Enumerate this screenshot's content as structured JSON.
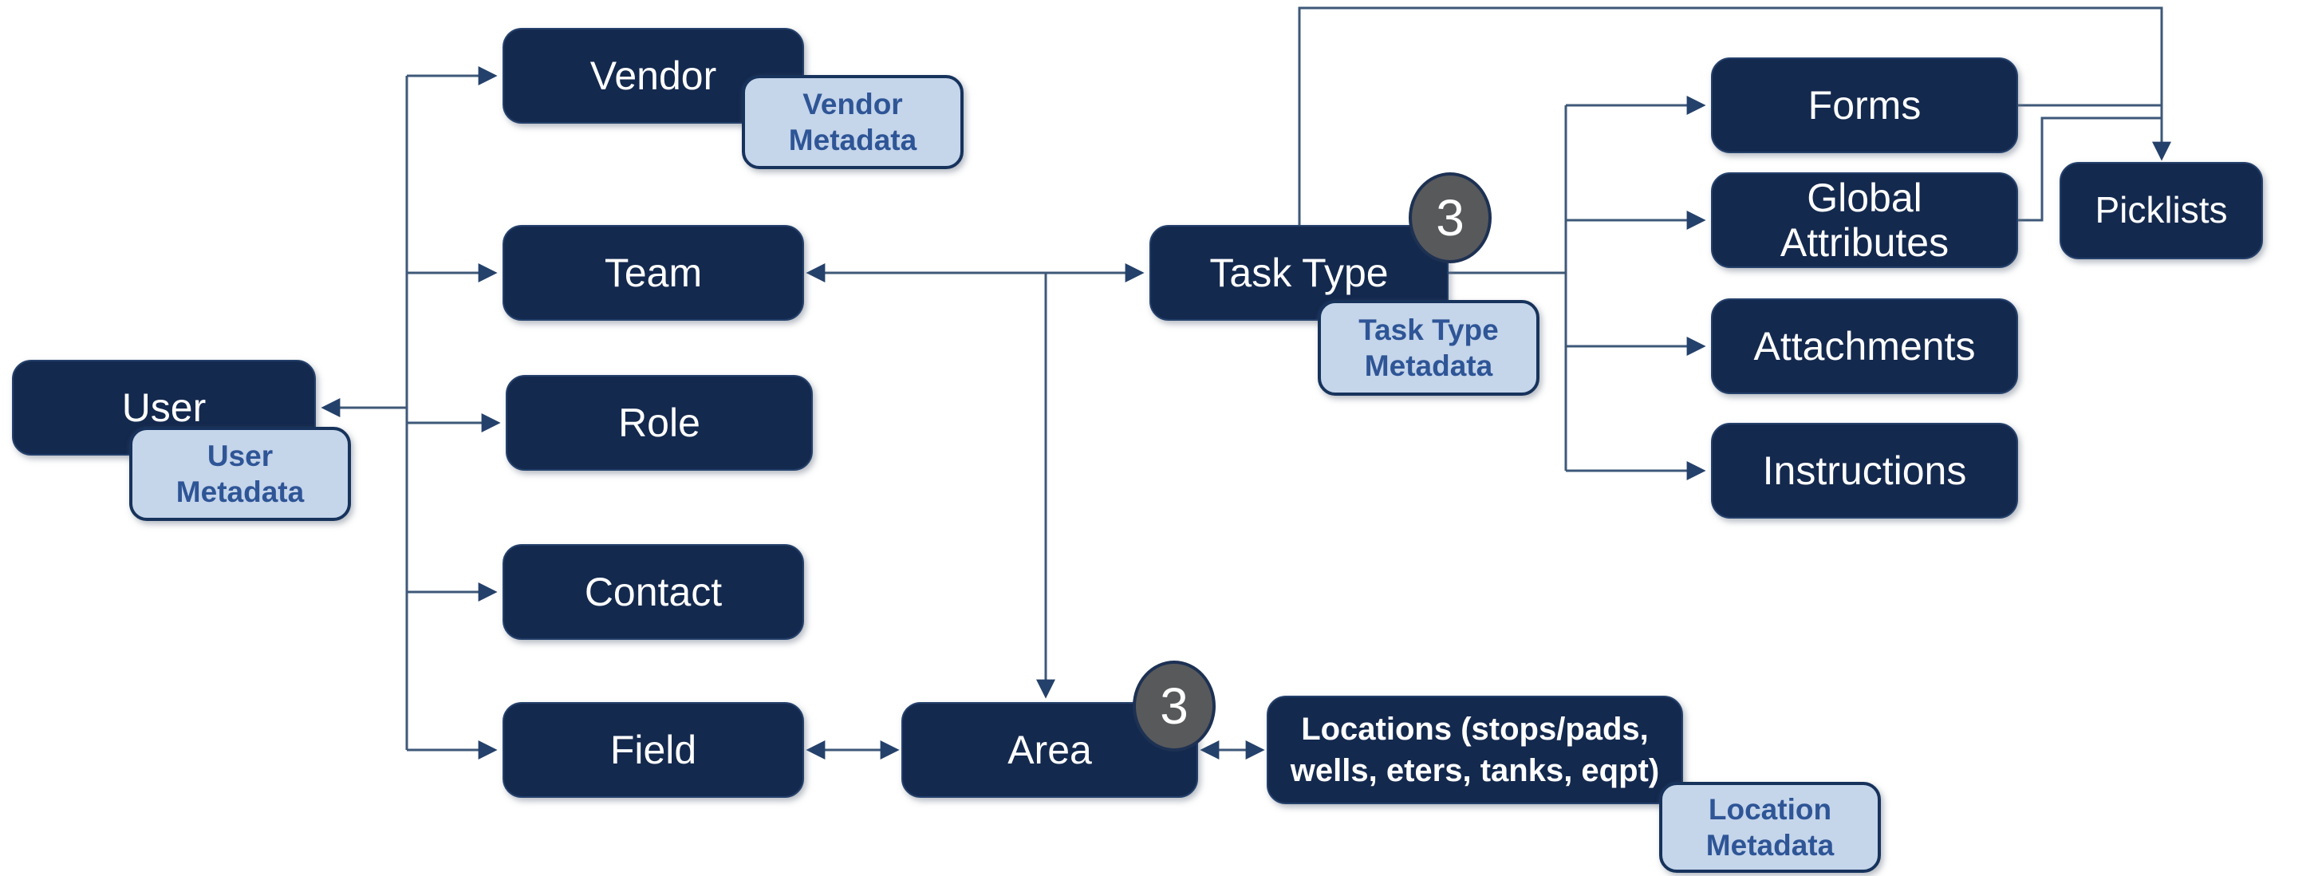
{
  "colors": {
    "background": "#ffffff",
    "node_fill": "#14294e",
    "node_border": "#24406b",
    "node_text": "#ffffff",
    "metadata_fill": "#c5d5ea",
    "metadata_border": "#17335c",
    "metadata_text": "#2e5596",
    "badge_fill": "#58595b",
    "badge_border": "#1d3153",
    "badge_text": "#ffffff",
    "connector": "#3e5878",
    "arrowhead": "#24416b"
  },
  "nodes": {
    "user": {
      "label": "User"
    },
    "vendor": {
      "label": "Vendor"
    },
    "team": {
      "label": "Team"
    },
    "role": {
      "label": "Role"
    },
    "contact": {
      "label": "Contact"
    },
    "field": {
      "label": "Field"
    },
    "task_type": {
      "label": "Task Type"
    },
    "area": {
      "label": "Area"
    },
    "forms": {
      "label": "Forms"
    },
    "global_attributes": {
      "label": "Global\nAttributes"
    },
    "attachments": {
      "label": "Attachments"
    },
    "instructions": {
      "label": "Instructions"
    },
    "picklists": {
      "label": "Picklists"
    },
    "locations": {
      "label": "Locations (stops/pads,\nwells, eters, tanks, eqpt)"
    }
  },
  "metadata_nodes": {
    "vendor": {
      "label": "Vendor\nMetadata"
    },
    "user": {
      "label": "User\nMetadata"
    },
    "task_type": {
      "label": "Task Type\nMetadata"
    },
    "location": {
      "label": "Location\nMetadata"
    }
  },
  "badges": {
    "task_type_count": {
      "value": "3"
    },
    "area_count": {
      "value": "3"
    }
  }
}
